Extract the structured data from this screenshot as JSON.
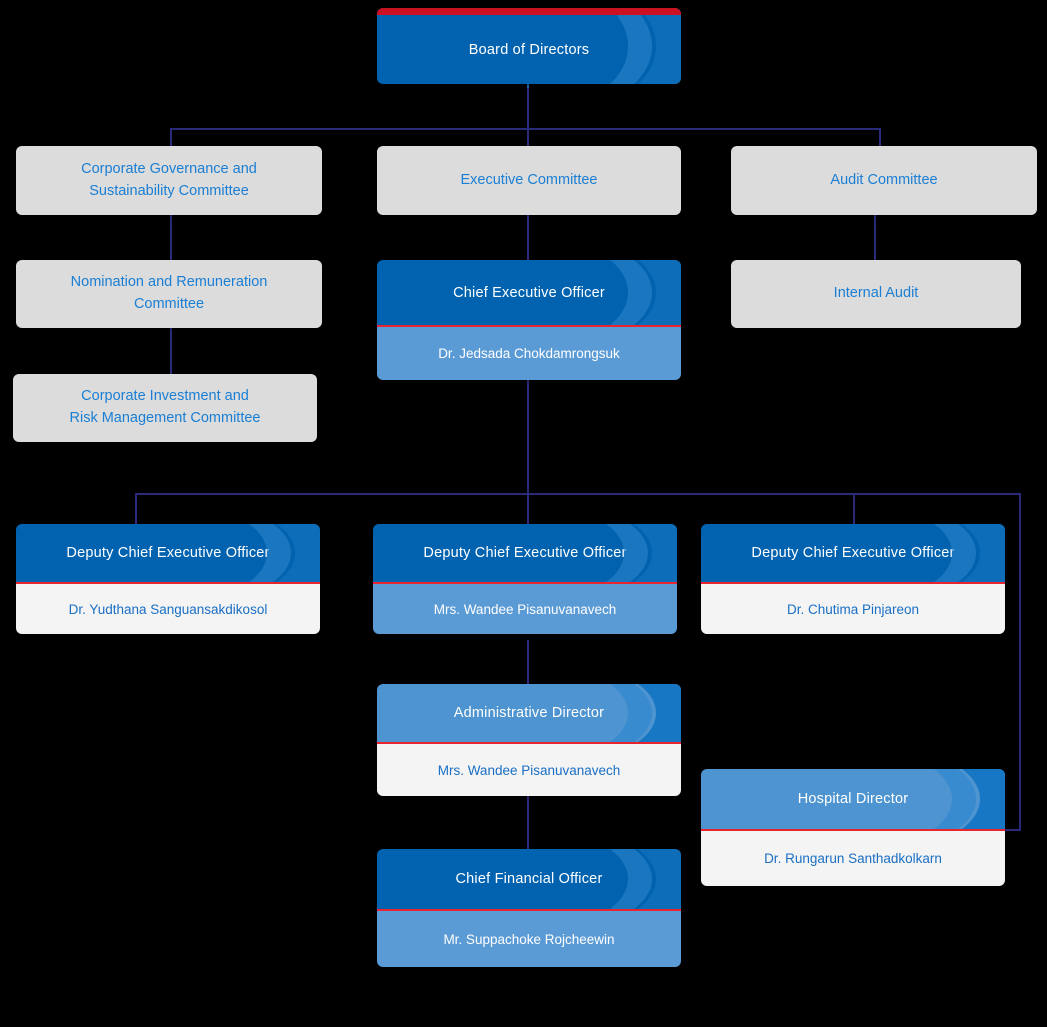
{
  "diagram": {
    "type": "organization-chart",
    "title": "Board of Directors Organization Chart",
    "colors": {
      "accent_red": "#cc1122",
      "divider_red": "#e8252f",
      "header_dark_blue": "#0163b0",
      "header_light_blue": "#4e94d0",
      "body_blue": "#5b9bd5",
      "body_white": "#f4f4f4",
      "committee_grey": "#dcdcdc",
      "text_blue": "#1a7fd4",
      "connector": "#2a2a7a",
      "background": "#000000"
    }
  },
  "nodes": {
    "board": {
      "title": "Board of Directors"
    },
    "corporate_governance": {
      "line1": "Corporate Governance and",
      "line2": "Sustainability Committee"
    },
    "executive_committee": {
      "title": "Executive Committee"
    },
    "audit_committee": {
      "title": "Audit Committee"
    },
    "nomination": {
      "line1": "Nomination and Remuneration",
      "line2": "Committee"
    },
    "internal_audit": {
      "title": "Internal Audit"
    },
    "corporate_investment": {
      "line1": "Corporate Investment and",
      "line2": "Risk Management Committee"
    },
    "ceo": {
      "title": "Chief Executive Officer",
      "name": "Dr. Jedsada Chokdamrongsuk"
    },
    "dceo_left": {
      "title": "Deputy Chief Executive Officer",
      "name": "Dr. Yudthana Sanguansakdikosol"
    },
    "dceo_center": {
      "title": "Deputy Chief Executive Officer",
      "name": "Mrs. Wandee Pisanuvanavech"
    },
    "dceo_right": {
      "title": "Deputy Chief Executive Officer",
      "name": "Dr. Chutima Pinjareon"
    },
    "admin_director": {
      "title": "Administrative Director",
      "name": "Mrs. Wandee Pisanuvanavech"
    },
    "hospital_director": {
      "title": "Hospital Director",
      "name": "Dr. Rungarun Santhadkolkarn"
    },
    "cfo": {
      "title": "Chief Financial Officer",
      "name": "Mr. Suppachoke Rojcheewin"
    }
  }
}
